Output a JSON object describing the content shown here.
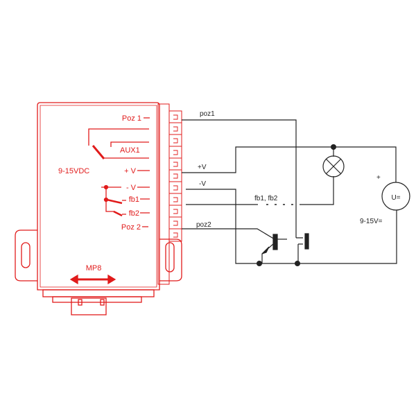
{
  "device": {
    "model": "MP8",
    "supply_label": "9-15VDC",
    "terminals": {
      "poz1": "Poz 1",
      "aux1": "AUX1",
      "plus_v": "+ V",
      "minus_v": "- V",
      "fb1": "fb1",
      "fb2": "fb2",
      "poz2": "Poz 2"
    },
    "color": "#e11b1b"
  },
  "circuit": {
    "wire_poz1": "poz1",
    "wire_plus_v": "+V",
    "wire_minus_v": "-V",
    "wire_fb": "fb1, fb2",
    "wire_poz2": "poz2",
    "source_symbol": "U=",
    "source_polarity": "+",
    "source_voltage": "9-15V=",
    "color": "#222222"
  }
}
